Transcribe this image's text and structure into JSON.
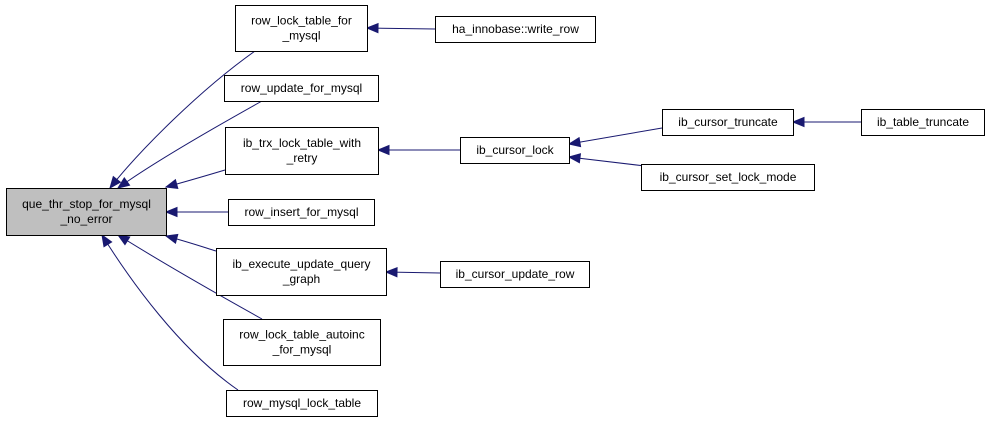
{
  "colors": {
    "edge": "#191970",
    "node_fill": "#ffffff",
    "root_fill": "#bfbfbf",
    "border": "#000000"
  },
  "nodes": [
    {
      "id": "root",
      "lines": [
        "que_thr_stop_for_mysql",
        "_no_error"
      ],
      "highlight": true
    },
    {
      "id": "row_lock_table_for_mysql",
      "lines": [
        "row_lock_table_for",
        "_mysql"
      ]
    },
    {
      "id": "row_update_for_mysql",
      "lines": [
        "row_update_for_mysql"
      ]
    },
    {
      "id": "ib_trx_lock_table_with_retry",
      "lines": [
        "ib_trx_lock_table_with",
        "_retry"
      ]
    },
    {
      "id": "row_insert_for_mysql",
      "lines": [
        "row_insert_for_mysql"
      ]
    },
    {
      "id": "ib_execute_update_query_graph",
      "lines": [
        "ib_execute_update_query",
        "_graph"
      ]
    },
    {
      "id": "row_lock_table_autoinc_for_mysql",
      "lines": [
        "row_lock_table_autoinc",
        "_for_mysql"
      ]
    },
    {
      "id": "row_mysql_lock_table",
      "lines": [
        "row_mysql_lock_table"
      ]
    },
    {
      "id": "ha_innobase_write_row",
      "lines": [
        "ha_innobase::write_row"
      ]
    },
    {
      "id": "ib_cursor_lock",
      "lines": [
        "ib_cursor_lock"
      ]
    },
    {
      "id": "ib_cursor_truncate",
      "lines": [
        "ib_cursor_truncate"
      ]
    },
    {
      "id": "ib_cursor_set_lock_mode",
      "lines": [
        "ib_cursor_set_lock_mode"
      ]
    },
    {
      "id": "ib_table_truncate",
      "lines": [
        "ib_table_truncate"
      ]
    },
    {
      "id": "ib_cursor_update_row",
      "lines": [
        "ib_cursor_update_row"
      ]
    }
  ],
  "edges": [
    {
      "from": "row_lock_table_for_mysql",
      "to": "root"
    },
    {
      "from": "row_update_for_mysql",
      "to": "root"
    },
    {
      "from": "ib_trx_lock_table_with_retry",
      "to": "root"
    },
    {
      "from": "row_insert_for_mysql",
      "to": "root"
    },
    {
      "from": "ib_execute_update_query_graph",
      "to": "root"
    },
    {
      "from": "row_lock_table_autoinc_for_mysql",
      "to": "root"
    },
    {
      "from": "row_mysql_lock_table",
      "to": "root"
    },
    {
      "from": "ha_innobase_write_row",
      "to": "row_lock_table_for_mysql"
    },
    {
      "from": "ib_cursor_lock",
      "to": "ib_trx_lock_table_with_retry"
    },
    {
      "from": "ib_cursor_truncate",
      "to": "ib_cursor_lock"
    },
    {
      "from": "ib_cursor_set_lock_mode",
      "to": "ib_cursor_lock"
    },
    {
      "from": "ib_table_truncate",
      "to": "ib_cursor_truncate"
    },
    {
      "from": "ib_cursor_update_row",
      "to": "ib_execute_update_query_graph"
    }
  ]
}
